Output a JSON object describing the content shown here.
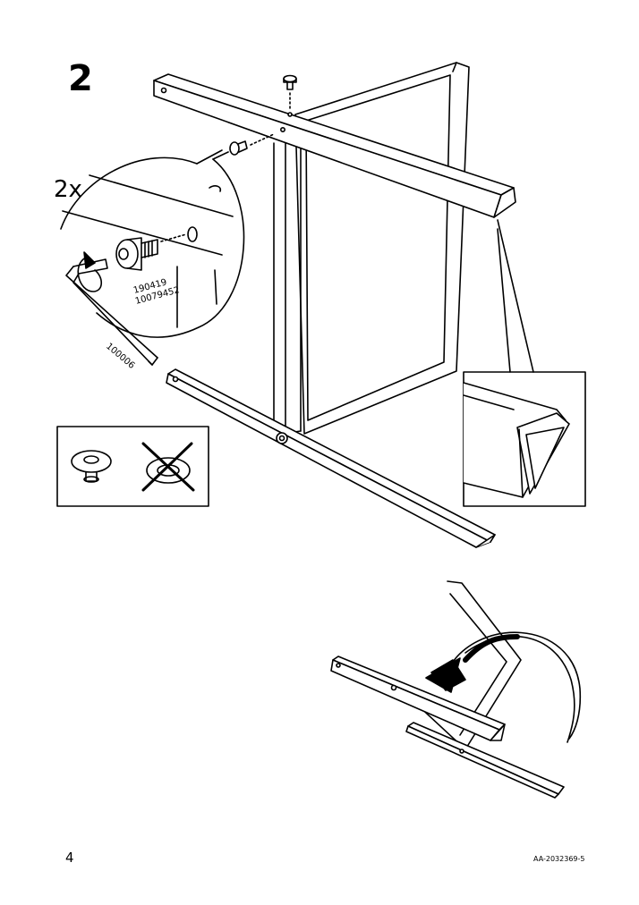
{
  "step": {
    "number": "2"
  },
  "detail": {
    "quantity": "2x",
    "screw_part_numbers": [
      "190419",
      "10079452"
    ],
    "allen_key_part_number": "100006"
  },
  "icons": {
    "rotate_arrow": "rotate-clockwise-icon",
    "correct_screw": "screw-head-icon",
    "wrong_screw": "crossed-out-screw-icon",
    "flip_arrow": "curved-rotate-arrow-icon"
  },
  "footer": {
    "page_number": "4",
    "document_code": "AA-2032369-5"
  }
}
